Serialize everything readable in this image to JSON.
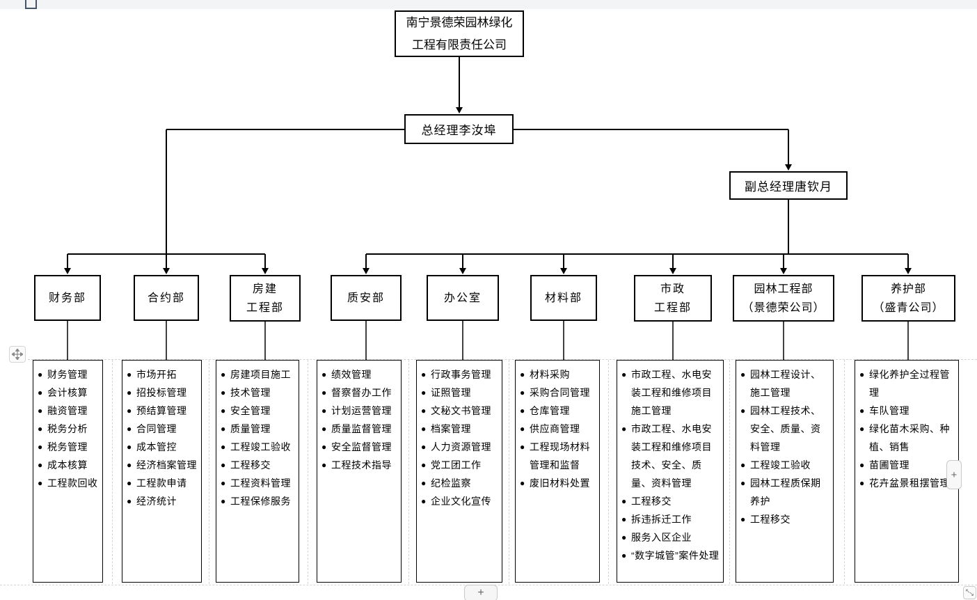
{
  "chrome": {
    "add_column_label": "+",
    "add_row_label": "+"
  },
  "org_chart": {
    "bullet": "●",
    "company": {
      "name": "南宁景德荣园林绿化工程有限责任公司",
      "line1": "南宁景德荣园林绿化",
      "line2": "工程有限责任公司"
    },
    "general_manager": "总经理李汝埠",
    "deputy_general_manager": "副总经理唐钦月",
    "departments": [
      {
        "id": "finance",
        "title": "财务部",
        "title_lines": [
          "财务部"
        ],
        "duties": [
          "财务管理",
          "会计核算",
          "融资管理",
          "税务分析",
          "税务管理",
          "成本核算",
          "工程款回收"
        ]
      },
      {
        "id": "contracts",
        "title": "合约部",
        "title_lines": [
          "合约部"
        ],
        "duties": [
          "市场开拓",
          "招投标管理",
          "预结算管理",
          "合同管理",
          "成本管控",
          "经济档案管理",
          "工程款申请",
          "经济统计"
        ]
      },
      {
        "id": "housing-construction",
        "title": "房建工程部",
        "title_lines": [
          "房建",
          "工程部"
        ],
        "duties": [
          "房建项目施工",
          "技术管理",
          "安全管理",
          "质量管理",
          "工程竣工验收",
          "工程移交",
          "工程资料管理",
          "工程保修服务"
        ]
      },
      {
        "id": "quality-safety",
        "title": "质安部",
        "title_lines": [
          "质安部"
        ],
        "duties": [
          "绩效管理",
          "督察督办工作",
          "计划运营管理",
          "质量监督管理",
          "安全监督管理",
          "工程技术指导"
        ]
      },
      {
        "id": "office",
        "title": "办公室",
        "title_lines": [
          "办公室"
        ],
        "duties": [
          "行政事务管理",
          "证照管理",
          "文秘文书管理",
          "档案管理",
          "人力资源管理",
          "党工团工作",
          "纪检监察",
          "企业文化宣传"
        ]
      },
      {
        "id": "materials",
        "title": "材料部",
        "title_lines": [
          "材料部"
        ],
        "duties": [
          "材料采购",
          "采购合同管理",
          "仓库管理",
          "供应商管理",
          "工程现场材料管理和监督",
          "废旧材料处置"
        ]
      },
      {
        "id": "municipal-engineering",
        "title": "市政工程部",
        "title_lines": [
          "市政",
          "工程部"
        ],
        "duties": [
          "市政工程、水电安装工程和维修项目施工管理",
          "市政工程、水电安装工程和维修项目技术、安全、质量、资料管理",
          "工程移交",
          "拆违拆迁工作",
          "服务入区企业",
          "“数字城管”案件处理"
        ]
      },
      {
        "id": "landscape-engineering",
        "title": "园林工程部（景德荣公司）",
        "title_lines": [
          "园林工程部",
          "（景德荣公司）"
        ],
        "duties": [
          "园林工程设计、施工管理",
          "园林工程技术、安全、质量、资料管理",
          "工程竣工验收",
          "园林工程质保期养护",
          "工程移交"
        ]
      },
      {
        "id": "maintenance",
        "title": "养护部（盛青公司）",
        "title_lines": [
          "养护部",
          "（盛青公司）"
        ],
        "duties": [
          "绿化养护全过程管理",
          "车队管理",
          "绿化苗木采购、种植、销售",
          "苗圃管理",
          "花卉盆景租摆管理"
        ]
      }
    ]
  }
}
